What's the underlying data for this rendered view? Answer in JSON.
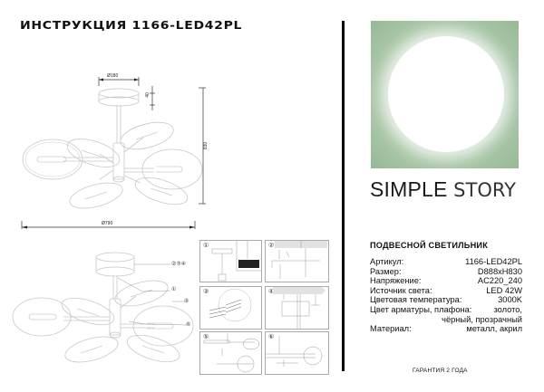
{
  "header": {
    "title": "ИНСТРУКЦИЯ 1166-LED42PL"
  },
  "dimensions_drawing": {
    "canopy_diameter": "Ø180",
    "canopy_height": "40",
    "total_height": "830",
    "total_diameter": "Ø790"
  },
  "exploded_drawing": {
    "callouts": [
      "②③④",
      "①",
      "⑤",
      "⑥"
    ]
  },
  "install_steps": [
    {
      "number": "①"
    },
    {
      "number": "②"
    },
    {
      "number": "③"
    },
    {
      "number": "④"
    },
    {
      "number": "⑤"
    },
    {
      "number": "⑥"
    }
  ],
  "brand": {
    "name_bold": "SIMPLE",
    "name_light": "STORY",
    "logo_color": "#a2c1a0"
  },
  "product": {
    "type": "ПОДВЕСНОЙ СВЕТИЛЬНИК",
    "specs": [
      {
        "label": "Артикул:",
        "value": "1166-LED42PL"
      },
      {
        "label": "Размер:",
        "value": "D888xH830"
      },
      {
        "label": "Напряжение:",
        "value": "AC220_240"
      },
      {
        "label": "Источник света:",
        "value": "LED 42W"
      },
      {
        "label": "Цветовая температура:",
        "value": "3000K"
      },
      {
        "label": "Цвет арматуры, плафона:",
        "value": "золото,",
        "continuation": "чёрный, прозрачный"
      },
      {
        "label": "Материал:",
        "value": "металл, акрил"
      }
    ],
    "warranty": "ГАРАНТИЯ 2 ГОДА"
  }
}
